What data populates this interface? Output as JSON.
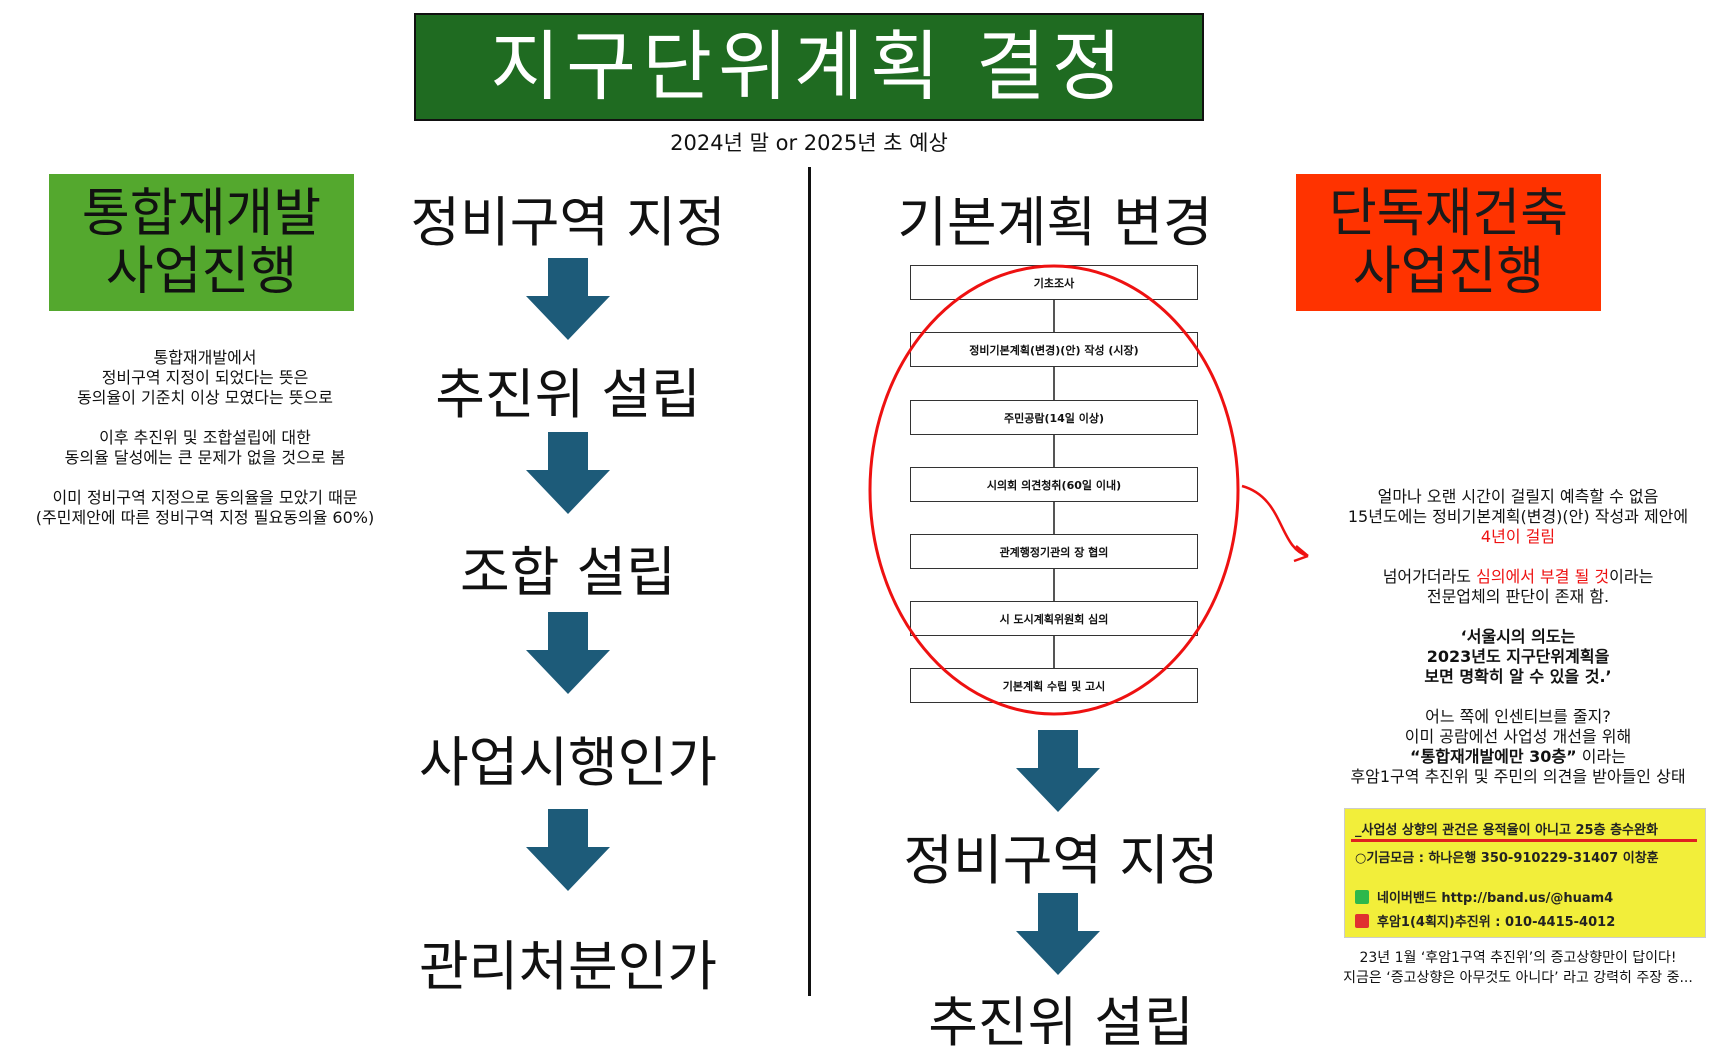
{
  "header": {
    "title": "지구단위계획 결정",
    "subtitle": "2024년 말 or 2025년 초 예상"
  },
  "left": {
    "tag": "통합재개발\n사업진행",
    "steps": [
      "정비구역 지정",
      "추진위 설립",
      "조합 설립",
      "사업시행인가",
      "관리처분인가"
    ],
    "note_lines": [
      "통합재개발에서",
      "정비구역 지정이 되었다는 뜻은",
      "동의율이 기준치 이상 모였다는 뜻으로",
      "",
      "이후 추진위 및 조합설립에 대한",
      "동의율 달성에는 큰 문제가 없을 것으로 봄",
      "",
      "이미 정비구역 지정으로 동의율을 모았기 때문",
      "(주민제안에 따른 정비구역 지정 필요동의율 60%)"
    ]
  },
  "right": {
    "tag": "단독재건축\n사업진행",
    "heading": "기본계획 변경",
    "flow": [
      "기초조사",
      "정비기본계획(변경)(안) 작성 (시장)",
      "주민공람(14일 이상)",
      "시의회 의견청취(60일 이내)",
      "관계행정기관의 장 협의",
      "시 도시계획위원회 심의",
      "기본계획 수립 및 고시"
    ],
    "steps": [
      "정비구역 지정",
      "추진위 설립"
    ],
    "notes": {
      "p1_l1": "얼마나 오랜 시간이 걸릴지 예측할 수 없음",
      "p1_l2": "15년도에는 정비기본계획(변경)(안) 작성과 제안에",
      "p1_l3": "4년이 걸림",
      "p2_a": "넘어가더라도 ",
      "p2_b": "심의에서 부결 될 것",
      "p2_c": "이라는",
      "p2_l2": "전문업체의 판단이 존재 함.",
      "quote_l1": "‘서울시의 의도는",
      "quote_l2": "2023년도 지구단위계획을",
      "quote_l3": "보면 명확히 알 수 있을 것.’",
      "p4_l1": "어느 쪽에 인센티브를 줄지?",
      "p4_l2": "이미 공람에선 사업성 개선을 위해",
      "p4_l3a": "“통합재개발에만 30층”",
      "p4_l3b": " 이라는",
      "p4_l4": "후암1구역 추진위 및 주민의 의견을 받아들인 상태",
      "cap_l1": "23년 1월 ‘후암1구역 추진위’의 증고상향만이 답이다!",
      "cap_l2": "지금은 ‘증고상향은 아무것도 아니다’ 라고 강력히 주장 중..."
    },
    "photo": {
      "l1": "_사업성 상향의 관건은 용적율이 아니고 25층 층수완화",
      "l2": "○기금모금 : 하나은행 350-910229-31407 이창훈",
      "l3": "네이버밴드 http://band.us/@huam4",
      "l4": "후암1(4획지)추진위 : 010-4415-4012"
    }
  },
  "colors": {
    "title_bg": "#1f6b21",
    "left_tag_bg": "#54a82e",
    "right_tag_bg": "#ff3300",
    "arrow": "#1d5b79",
    "highlight": "#ee1111"
  }
}
